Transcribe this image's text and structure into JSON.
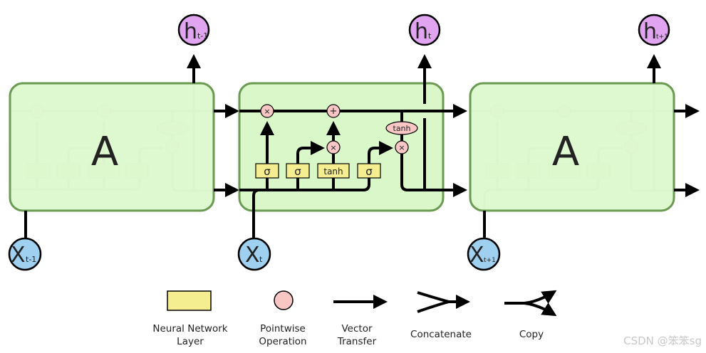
{
  "diagram": {
    "title": "LSTM chain",
    "colors": {
      "cell_fill": "#d9f7c8",
      "cell_stroke": "#6b9a52",
      "layer_fill": "#f5ee90",
      "pointwise_fill": "#f9c6c6",
      "hidden_fill": "#e0a4f0",
      "input_fill": "#9fd0f0",
      "line": "#000000"
    },
    "cells": [
      {
        "name": "previous-cell",
        "label": "A",
        "faded": true,
        "input": {
          "main": "X",
          "sub": "t-1"
        },
        "output": {
          "main": "h",
          "sub": "t-1"
        }
      },
      {
        "name": "current-cell",
        "label": "",
        "faded": false,
        "input": {
          "main": "X",
          "sub": "t"
        },
        "output": {
          "main": "h",
          "sub": "t"
        }
      },
      {
        "name": "next-cell",
        "label": "A",
        "faded": true,
        "input": {
          "main": "X",
          "sub": "t+1"
        },
        "output": {
          "main": "h",
          "sub": "t+1"
        }
      }
    ],
    "gates": {
      "layers": [
        "σ",
        "σ",
        "tanh",
        "σ"
      ],
      "pointwise_forget": "×",
      "pointwise_add": "+",
      "pointwise_input": "×",
      "pointwise_output": "×",
      "output_tanh": "tanh"
    }
  },
  "legend": [
    {
      "key": "nn-layer",
      "line1": "Neural Network",
      "line2": "Layer"
    },
    {
      "key": "pointwise",
      "line1": "Pointwise",
      "line2": "Operation"
    },
    {
      "key": "vector-transfer",
      "line1": "Vector",
      "line2": "Transfer"
    },
    {
      "key": "concatenate",
      "line1": "Concatenate",
      "line2": ""
    },
    {
      "key": "copy",
      "line1": "Copy",
      "line2": ""
    }
  ],
  "watermark": "CSDN @笨笨sg"
}
